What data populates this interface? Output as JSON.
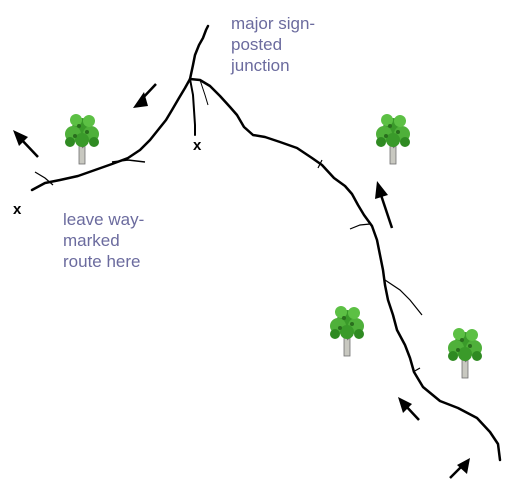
{
  "labels": {
    "junction": "major sign-\nposted\njunction",
    "leave_route": "leave way-\nmarked\nroute here"
  },
  "markers": {
    "x_near_junction": "x",
    "x_left": "x"
  },
  "icons": {
    "tree": "tree-icon",
    "arrow": "direction-arrow-icon"
  },
  "colors": {
    "path": "#000000",
    "label_text": "#6b6b9e",
    "tree_foliage": "#3a9a2a",
    "tree_trunk": "#c8c8c0"
  }
}
